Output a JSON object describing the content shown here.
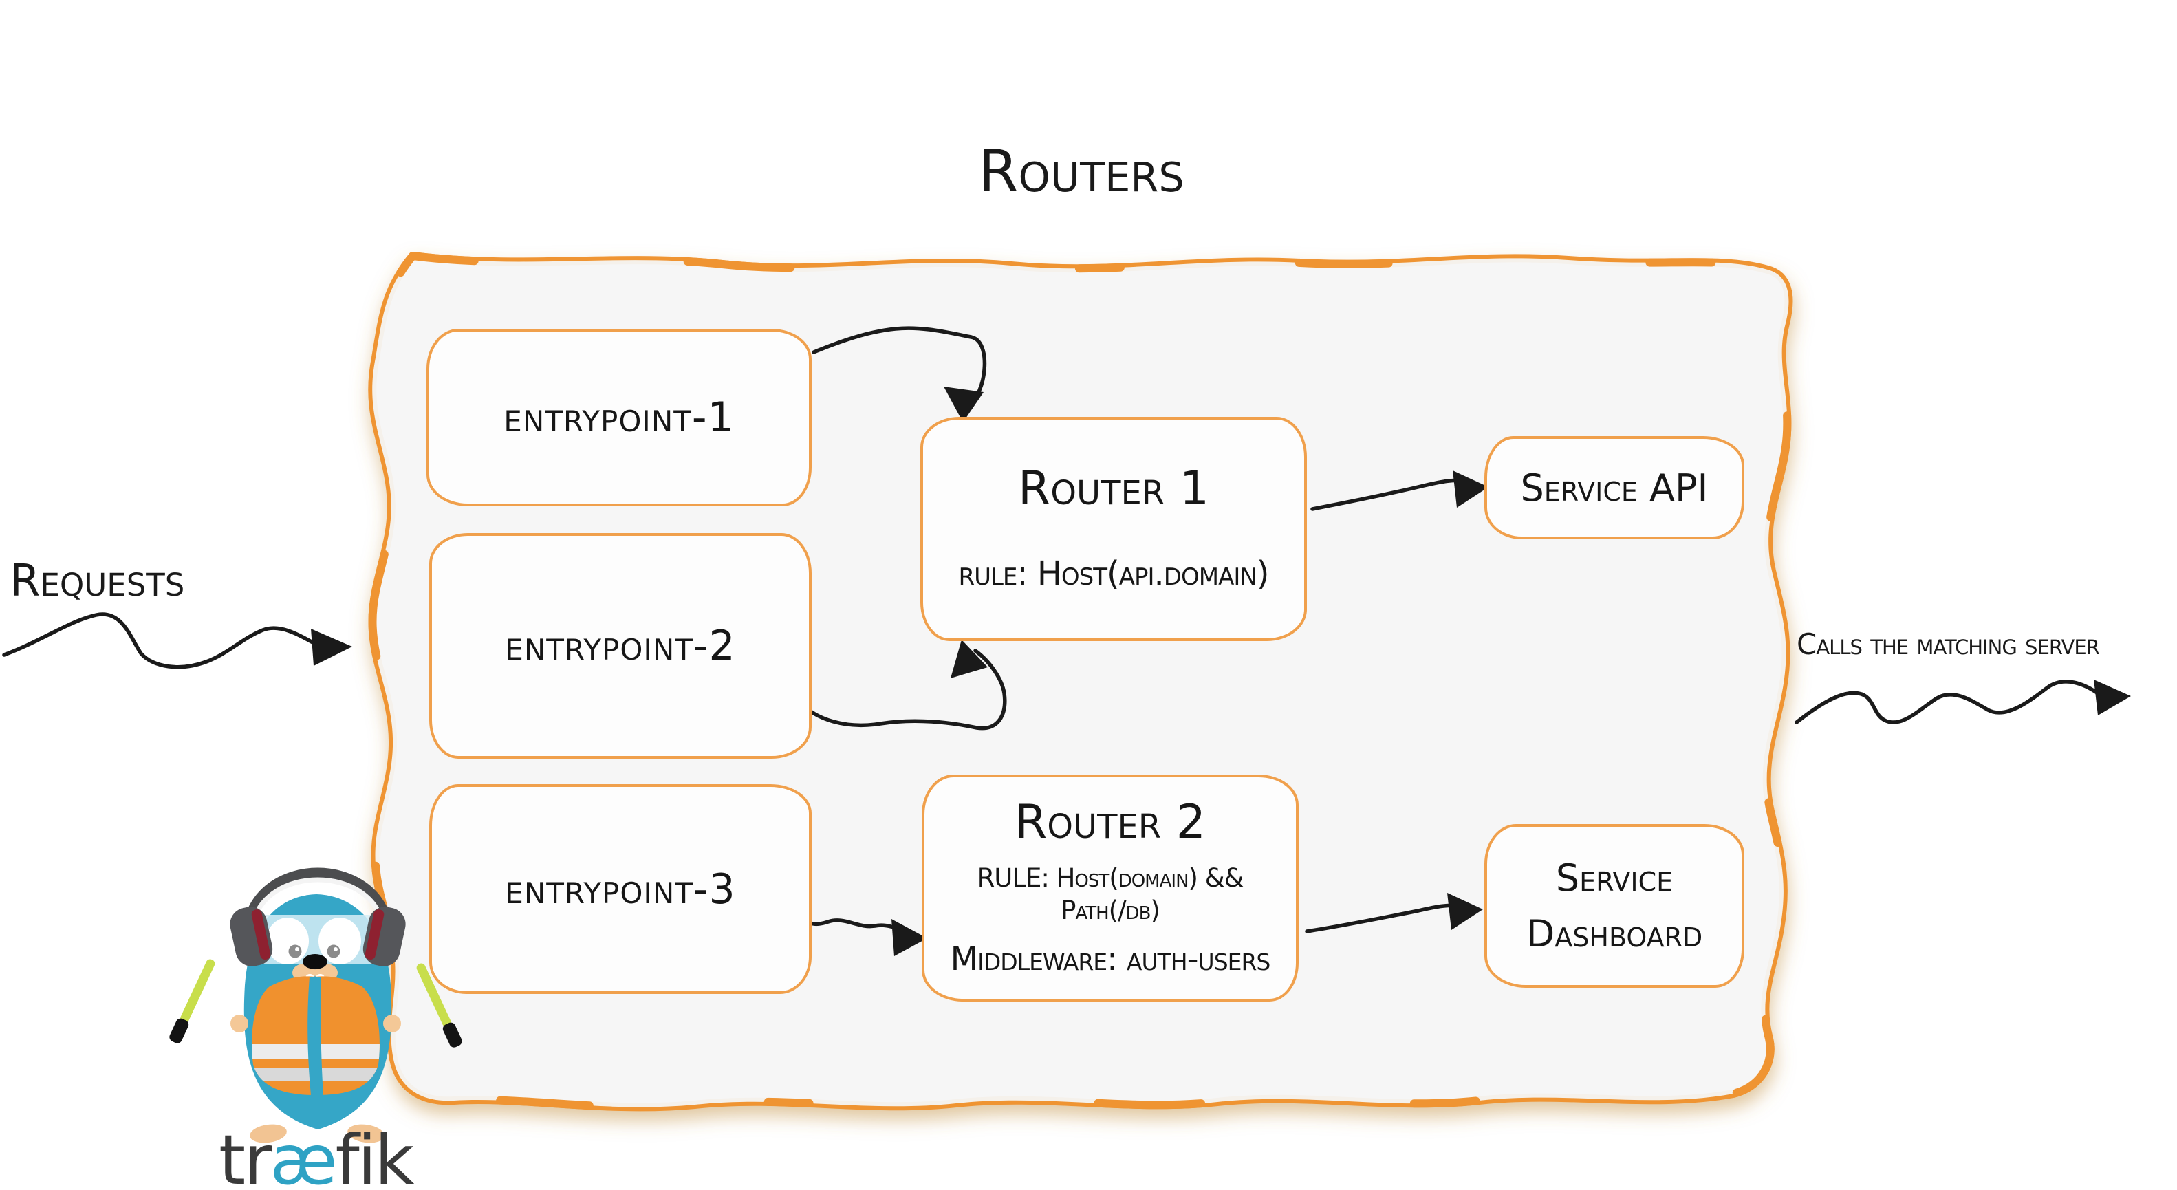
{
  "diagram_title": "Routers",
  "colors": {
    "container_border": "#EF9430",
    "node_border": "#F0A04C",
    "container_fill": "#F6F6F6",
    "node_fill": "#FDFDFD",
    "arrow_black": "#1A1A1A",
    "gopher_body": "#35A6C7",
    "vest_orange": "#F0912E",
    "baton_green": "#C8DE4B",
    "wordmark_gray": "#3A3A3A",
    "wordmark_accent": "#2EA2C4"
  },
  "annotations": {
    "incoming_label": "Requests",
    "outgoing_label": "Calls the matching server"
  },
  "entrypoints": [
    {
      "label": "entrypoint-1"
    },
    {
      "label": "entrypoint-2"
    },
    {
      "label": "entrypoint-3"
    }
  ],
  "routers": [
    {
      "name": "Router 1",
      "rule": "rule: Host(api.domain)"
    },
    {
      "name": "Router 2",
      "rule": "RULE: Host(domain) && Path(/db)",
      "middleware": "Middleware: auth-users"
    }
  ],
  "services": [
    {
      "label": "Service API"
    },
    {
      "label_line1": "Service",
      "label_line2": "Dashboard"
    }
  ],
  "logo": {
    "wordmark_start": "tr",
    "wordmark_ligature": "æ",
    "wordmark_end": "fik"
  }
}
